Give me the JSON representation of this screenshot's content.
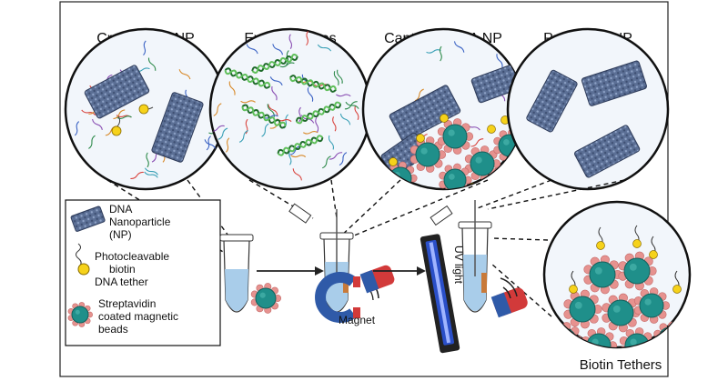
{
  "panels": {
    "crude": "Crude DNA NP",
    "excess": "Excess Oligos",
    "captured": "Captured DNA NP",
    "pure": "Pure DNA NP",
    "biotin": "Biotin Tethers"
  },
  "legend": {
    "np_line1": "DNA",
    "np_line2": "Nanoparticle",
    "np_line3": "(NP)",
    "tether_line1": "Photocleavable",
    "tether_line2": "biotin",
    "tether_line3": "DNA tether",
    "bead_line1": "Streptavidin",
    "bead_line2": "coated magnetic",
    "bead_line3": "beads"
  },
  "labels": {
    "magnet": "Magnet",
    "uv": "UV light"
  },
  "colors": {
    "np_blue": "#5a6e94",
    "bead_teal": "#1f8f8a",
    "strept_pink": "#e6928f",
    "biotin_yellow": "#f6d21a",
    "tube_liquid": "#a9cdea",
    "magnet_red": "#d23a3a",
    "magnet_blue": "#2f5aa8",
    "uv_blue": "#2a4fc8"
  }
}
